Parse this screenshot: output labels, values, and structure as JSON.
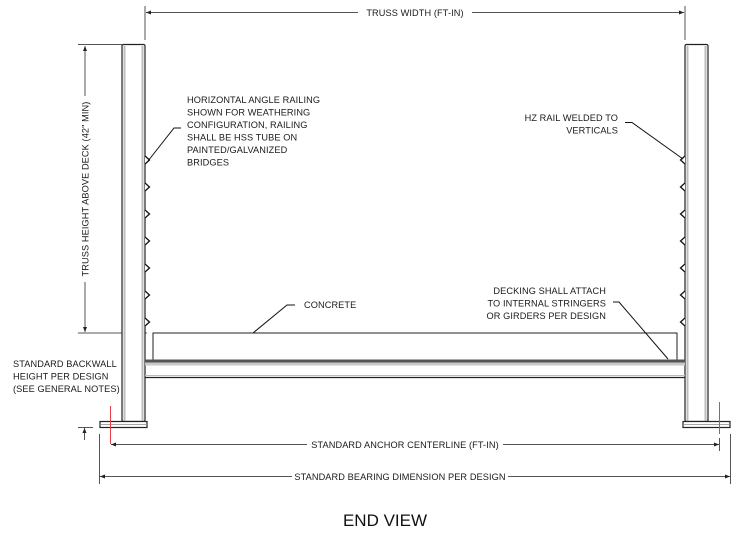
{
  "drawing": {
    "title": "END VIEW",
    "dimensions": {
      "truss_width": "TRUSS WIDTH (FT-IN)",
      "truss_height": "TRUSS HEIGHT ABOVE DECK (42\" MIN)",
      "anchor_centerline": "STANDARD ANCHOR CENTERLINE (FT-IN)",
      "bearing_dimension": "STANDARD BEARING DIMENSION PER DESIGN"
    },
    "notes": {
      "railing": [
        "HORIZONTAL ANGLE RAILING",
        "SHOWN FOR WEATHERING",
        "CONFIGURATION, RAILING",
        "SHALL BE HSS TUBE ON",
        "PAINTED/GALVANIZED",
        "BRIDGES"
      ],
      "hz_rail": [
        "HZ RAIL WELDED TO",
        "VERTICALS"
      ],
      "concrete": "CONCRETE",
      "decking": [
        "DECKING SHALL ATTACH",
        "TO INTERNAL STRINGERS",
        "OR GIRDERS PER DESIGN"
      ],
      "backwall": [
        "STANDARD BACKWALL",
        "HEIGHT PER DESIGN",
        "(SEE GENERAL NOTES)"
      ]
    },
    "colors": {
      "line": "#222222",
      "dimension": "#555555",
      "centerline": "#e8404a",
      "post_shade": "#bdbdbd"
    }
  }
}
